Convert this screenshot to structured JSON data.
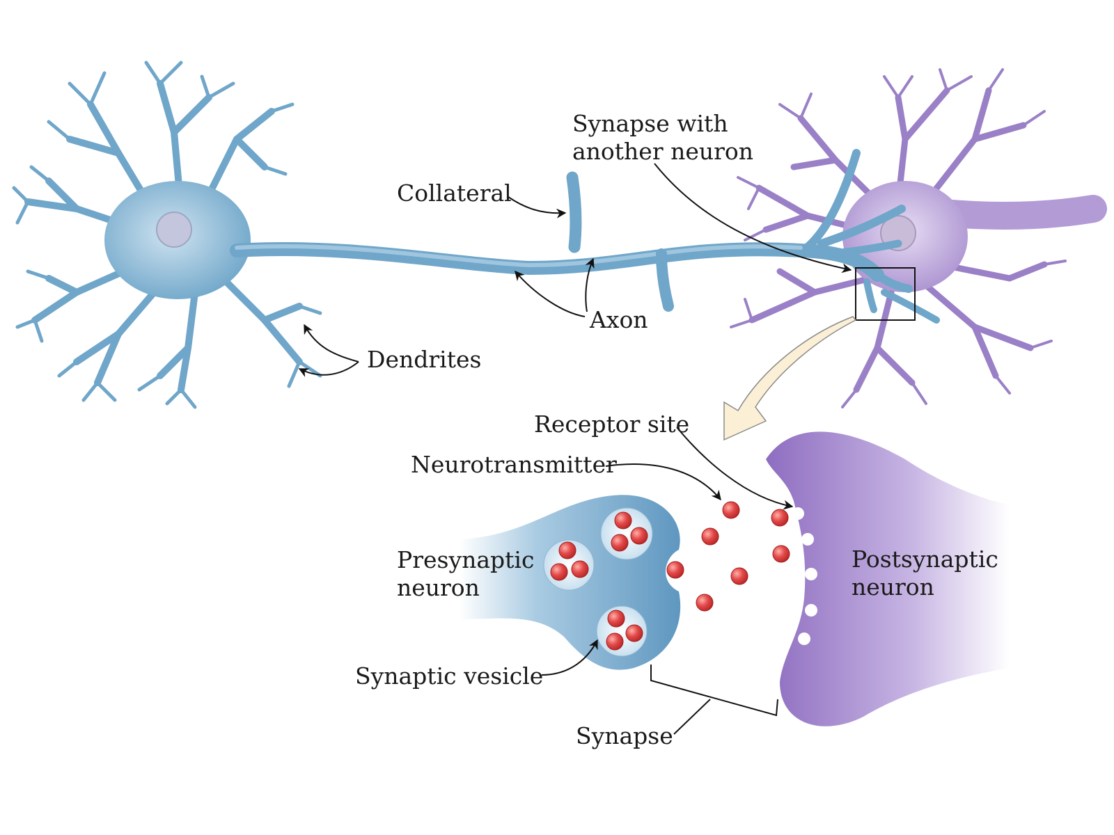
{
  "labels": {
    "synapse_with": [
      "Synapse with",
      "another neuron"
    ],
    "collateral": "Collateral",
    "axon": "Axon",
    "dendrites": "Dendrites",
    "receptor_site": "Receptor site",
    "neurotransmitter": "Neurotransmitter",
    "presynaptic": [
      "Presynaptic",
      "neuron"
    ],
    "postsynaptic": [
      "Postsynaptic",
      "neuron"
    ],
    "synaptic_vesicle": "Synaptic vesicle",
    "synapse": "Synapse"
  },
  "colors": {
    "neuron_blue": "#6fa6c9",
    "neuron_blue_dark": "#4f88b0",
    "neuron_purple": "#a990cf",
    "neuron_purple_dark": "#7f64b2",
    "neurotransmitter_red": "#e24a4a",
    "zoom_arrow_fill": "#fbf0d6"
  }
}
